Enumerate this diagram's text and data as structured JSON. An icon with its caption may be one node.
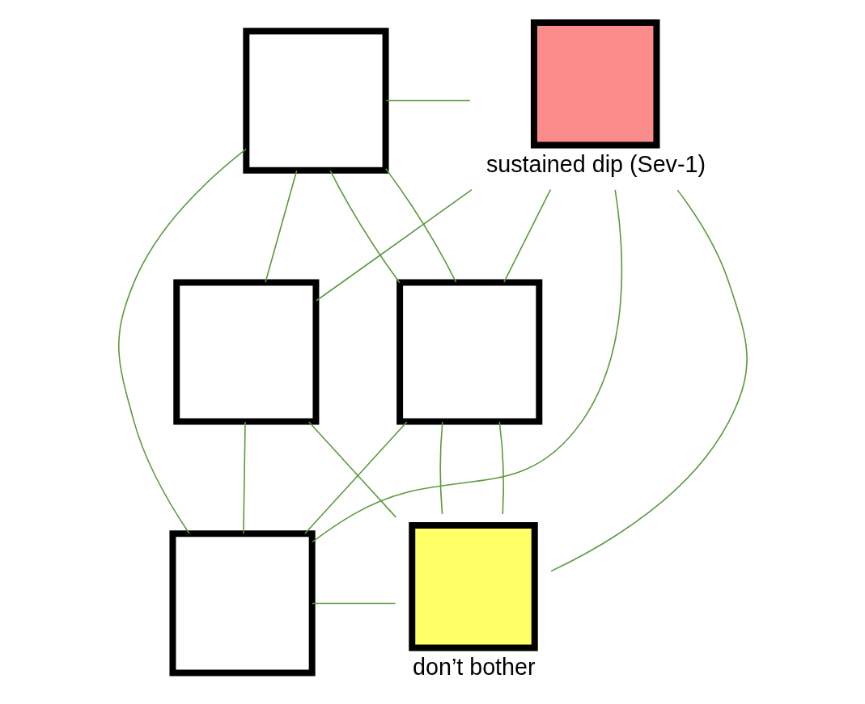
{
  "diagram": {
    "nodes": [
      {
        "text": [
          "sustained dip (Sev-1)"
        ]
      },
      {
        "text": [],
        "shape": "box"
      },
      {
        "text": [],
        "shape": "box"
      },
      {
        "text": [],
        "shape": "box"
      },
      {
        "text": [],
        "shape": "box"
      },
      {
        "text": [
          "don’t bother"
        ]
      }
    ],
    "edges": [
      {
        "from": 0,
        "to": 2,
        "arrow": "none"
      },
      {
        "from": 1,
        "to": 0,
        "arrow": "none"
      },
      {
        "from": 1,
        "to": 2,
        "arrow": "none"
      },
      {
        "from": 1,
        "to": 4,
        "arrow": "none"
      },
      {
        "from": 0,
        "to": 3,
        "arrow": "none"
      },
      {
        "from": 1,
        "to": 3,
        "arrow": "none"
      },
      {
        "from": 1,
        "to": 3,
        "arrow": "none"
      },
      {
        "from": 0,
        "to": 5,
        "arrow": "none"
      },
      {
        "from": 0,
        "to": 4,
        "arrow": "none"
      },
      {
        "from": 2,
        "to": 4,
        "arrow": "none"
      },
      {
        "from": 2,
        "to": 5,
        "arrow": "none"
      },
      {
        "from": 3,
        "to": 4,
        "arrow": "none"
      },
      {
        "from": 3,
        "to": 5,
        "arrow": "none"
      },
      {
        "from": 3,
        "to": 5,
        "arrow": "none"
      },
      {
        "from": 4,
        "to": 5,
        "arrow": "none"
      }
    ]
  }
}
